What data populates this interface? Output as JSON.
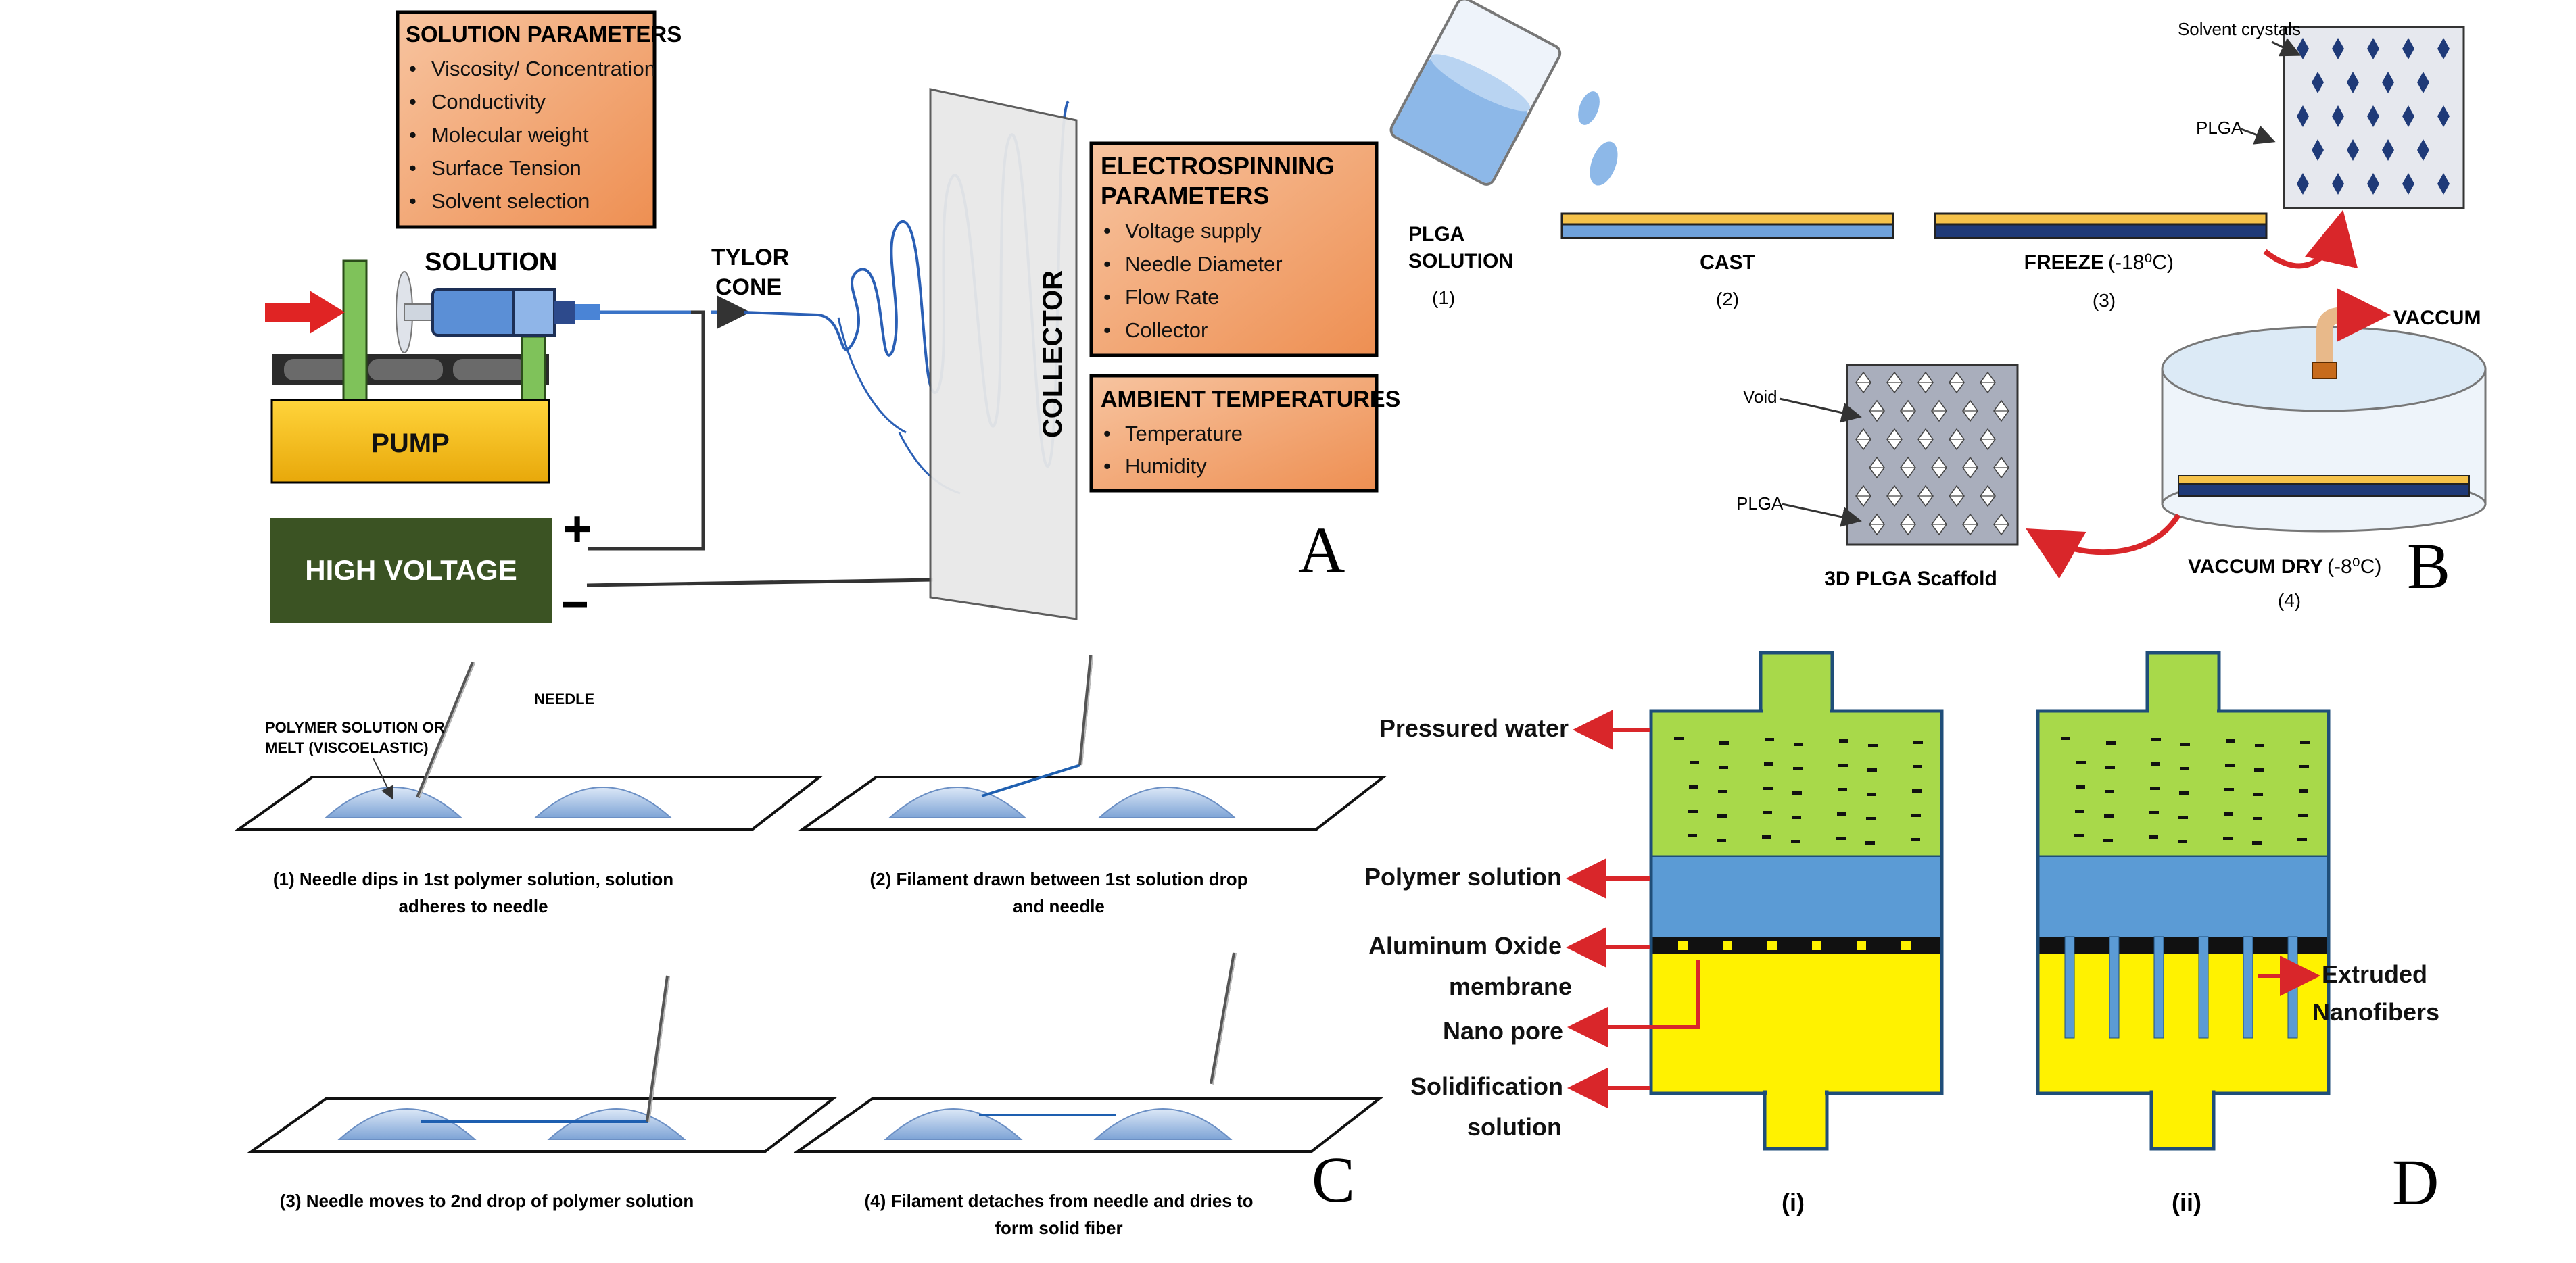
{
  "panel_a": {
    "letter": "A",
    "solution_params": {
      "title": "SOLUTION PARAMETERS",
      "items": [
        "Viscosity/ Concentration",
        "Conductivity",
        "Molecular weight",
        "Surface Tension",
        "Solvent selection"
      ]
    },
    "solution_label": "SOLUTION",
    "tylor_line1": "TYLOR",
    "tylor_line2": "CONE",
    "collector_label": "COLLECTOR",
    "pump_label": "PUMP",
    "hv_label": "HIGH VOLTAGE",
    "plus": "+",
    "minus": "−",
    "electro_params": {
      "title_line1": "ELECTROSPINNING",
      "title_line2": "PARAMETERS",
      "items": [
        "Voltage supply",
        "Needle Diameter",
        "Flow Rate",
        "Collector"
      ]
    },
    "ambient_params": {
      "title": "AMBIENT TEMPERATURES",
      "items": [
        "Temperature",
        "Humidity"
      ]
    }
  },
  "panel_b": {
    "letter": "B",
    "plga_solution_line1": "PLGA",
    "plga_solution_line2": "SOLUTION",
    "step1": "(1)",
    "cast": "CAST",
    "step2": "(2)",
    "freeze_main": "FREEZE",
    "freeze_temp": "(-18⁰C)",
    "step3": "(3)",
    "solvent_crystals": "Solvent crystals",
    "plga_top": "PLGA",
    "vaccum": "VACCUM",
    "void": "Void",
    "plga_bottom": "PLGA",
    "scaffold_label": "3D PLGA Scaffold",
    "vaccum_dry_main": "VACCUM DRY",
    "vaccum_dry_temp": "(-8⁰C)",
    "step4": "(4)"
  },
  "panel_c": {
    "letter": "C",
    "polymer_line1": "POLYMER SOLUTION OR",
    "polymer_line2": "MELT (VISCOELASTIC)",
    "needle": "NEEDLE",
    "cap1_line1": "(1) Needle dips in 1st polymer solution, solution",
    "cap1_line2": "adheres to needle",
    "cap2_line1": "(2) Filament drawn between 1st solution drop",
    "cap2_line2": "and needle",
    "cap3": "(3) Needle moves to 2nd drop of polymer solution",
    "cap4_line1": "(4) Filament detaches from needle and dries to",
    "cap4_line2": "form solid fiber"
  },
  "panel_d": {
    "letter": "D",
    "pressured_water": "Pressured water",
    "polymer_solution": "Polymer solution",
    "aluminum_line1": "Aluminum Oxide",
    "aluminum_line2": "membrane",
    "nano_pore": "Nano pore",
    "solid_line1": "Solidification",
    "solid_line2": "solution",
    "extruded_line1": "Extruded",
    "extruded_line2": "Nanofibers",
    "label_i": "(i)",
    "label_ii": "(ii)"
  },
  "colors": {
    "orange_box": "#F2A878",
    "pump_yellow": "#F5C20E",
    "hv_green": "#3B5323",
    "plga_blue": "#4F81BD",
    "scaffold_gray": "#E6E8EE",
    "crystal_navy": "#1F3A78",
    "green_fill": "#A8D94A",
    "polymer_blue": "#5B9BD5",
    "solid_yellow": "#FFF200",
    "arrow_red": "#D9262A"
  }
}
